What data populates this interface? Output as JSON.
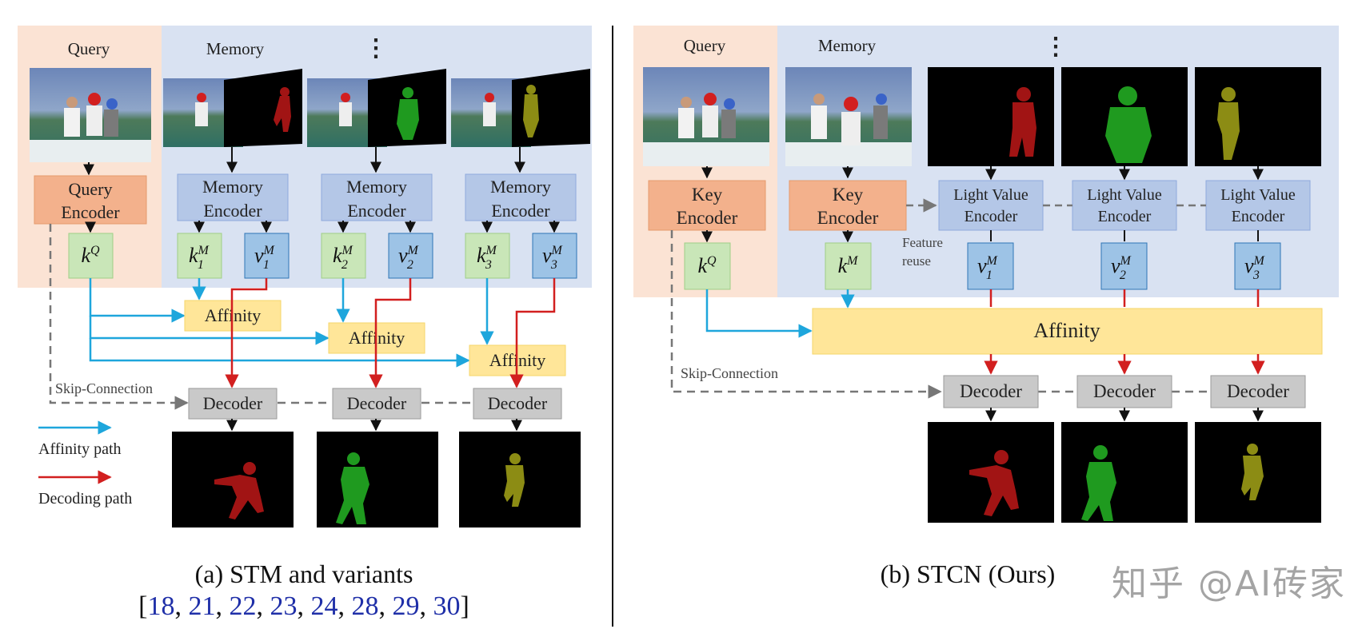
{
  "left": {
    "query_label": "Query",
    "memory_label": "Memory",
    "vdots": "⋮",
    "query_encoder": [
      "Query",
      "Encoder"
    ],
    "memory_encoder": [
      "Memory",
      "Encoder"
    ],
    "kq": {
      "base": "k",
      "sup": "Q"
    },
    "keys": [
      {
        "base": "k",
        "sub": "1",
        "sup": "M"
      },
      {
        "base": "k",
        "sub": "2",
        "sup": "M"
      },
      {
        "base": "k",
        "sub": "3",
        "sup": "M"
      }
    ],
    "values": [
      {
        "base": "v",
        "sub": "1",
        "sup": "M"
      },
      {
        "base": "v",
        "sub": "2",
        "sup": "M"
      },
      {
        "base": "v",
        "sub": "3",
        "sup": "M"
      }
    ],
    "affinity": "Affinity",
    "decoder": "Decoder",
    "skip_connection": "Skip-Connection",
    "legend": {
      "affinity_path": "Affinity path",
      "decoding_path": "Decoding path"
    },
    "caption": "(a) STM and variants",
    "references": [
      "18",
      "21",
      "22",
      "23",
      "24",
      "28",
      "29",
      "30"
    ]
  },
  "right": {
    "query_label": "Query",
    "memory_label": "Memory",
    "vdots": "⋮",
    "key_encoder": [
      "Key",
      "Encoder"
    ],
    "light_value_encoder": [
      "Light Value",
      "Encoder"
    ],
    "feature_reuse": [
      "Feature",
      "reuse"
    ],
    "kq": {
      "base": "k",
      "sup": "Q"
    },
    "km": {
      "base": "k",
      "sup": "M"
    },
    "values": [
      {
        "base": "v",
        "sub": "1",
        "sup": "M"
      },
      {
        "base": "v",
        "sub": "2",
        "sup": "M"
      },
      {
        "base": "v",
        "sub": "3",
        "sup": "M"
      }
    ],
    "affinity": "Affinity",
    "decoder": "Decoder",
    "skip_connection": "Skip-Connection",
    "caption": "(b) STCN (Ours)"
  },
  "watermark": "知乎 @AI砖家",
  "colors": {
    "query_bg": "#fbe3d4",
    "memory_bg": "#d9e2f2",
    "query_encoder": "#f3b18c",
    "memory_encoder": "#b4c7e7",
    "key_box": "#c9e6b8",
    "value_box": "#9dc3e6",
    "affinity": "#ffe699",
    "decoder": "#c9c9c9",
    "affinity_path": "#1ea6dc",
    "decoding_path": "#d21f1f",
    "mask_red": "#a11414",
    "mask_green": "#1f9a1f",
    "mask_olive": "#8c8c14"
  }
}
